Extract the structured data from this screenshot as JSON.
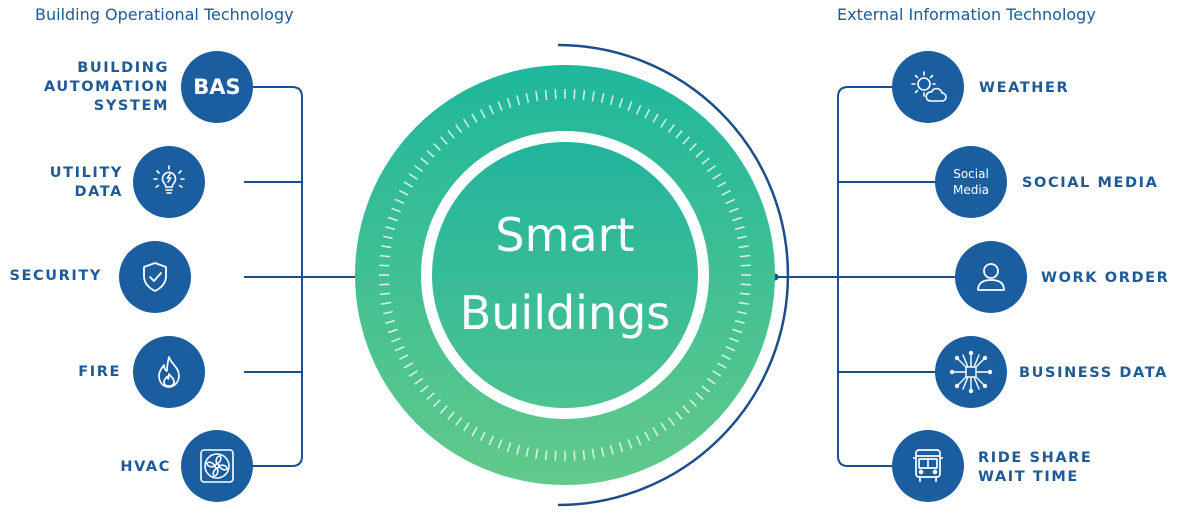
{
  "left_header": "Building Operational Technology",
  "right_header": "External Information Technology",
  "hub": {
    "line1": "Smart",
    "line2": "Buildings"
  },
  "left_items": [
    {
      "label_lines": [
        "BUILDING",
        "AUTOMATION",
        "SYSTEM"
      ],
      "badge": "BAS",
      "icon": "bas-badge"
    },
    {
      "label_lines": [
        "UTILITY",
        "DATA"
      ],
      "icon": "lightbulb-icon"
    },
    {
      "label_lines": [
        "SECURITY"
      ],
      "icon": "shield-check-icon"
    },
    {
      "label_lines": [
        "FIRE"
      ],
      "icon": "flame-icon"
    },
    {
      "label_lines": [
        "HVAC"
      ],
      "icon": "fan-icon"
    }
  ],
  "right_items": [
    {
      "label_lines": [
        "WEATHER"
      ],
      "icon": "sun-cloud-icon"
    },
    {
      "label_lines": [
        "SOCIAL MEDIA"
      ],
      "badge_lines": [
        "Social",
        "Media"
      ],
      "icon": "social-media-badge"
    },
    {
      "label_lines": [
        "WORK ORDER"
      ],
      "icon": "person-icon"
    },
    {
      "label_lines": [
        "BUSINESS DATA"
      ],
      "icon": "network-icon"
    },
    {
      "label_lines": [
        "RIDE SHARE",
        "WAIT TIME"
      ],
      "icon": "bus-icon"
    }
  ],
  "colors": {
    "navy": "#1a5ea0",
    "label": "#1e5a96",
    "line": "#1a4f8c",
    "hub_top": "#1fb79c",
    "hub_bottom": "#62c98a"
  }
}
